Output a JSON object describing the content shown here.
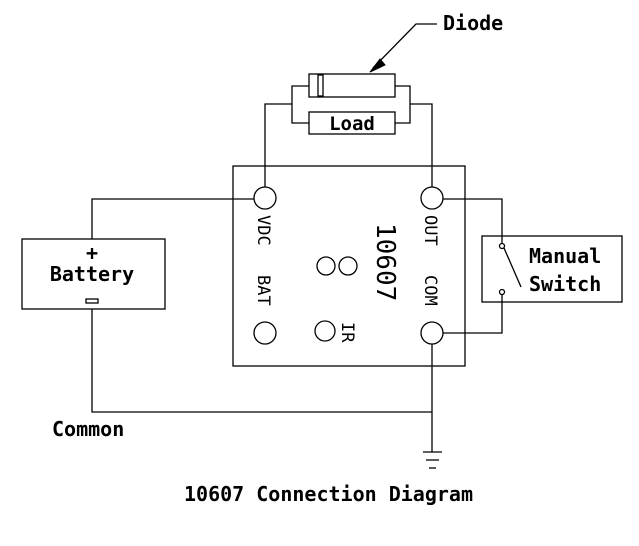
{
  "title": "10607 Connection Diagram",
  "components": {
    "diode": {
      "label": "Diode"
    },
    "load": {
      "label": "Load"
    },
    "battery": {
      "label": "Battery",
      "positive": "+",
      "negative": "-"
    },
    "switch": {
      "line1": "Manual",
      "line2": "Switch"
    },
    "module": {
      "part_number": "10607",
      "pins": {
        "vdc": "VDC",
        "bat": "BAT",
        "out": "OUT",
        "com": "COM",
        "ir": "IR"
      }
    },
    "common": {
      "label": "Common"
    }
  },
  "colors": {
    "stroke": "#000000",
    "background": "#ffffff"
  }
}
